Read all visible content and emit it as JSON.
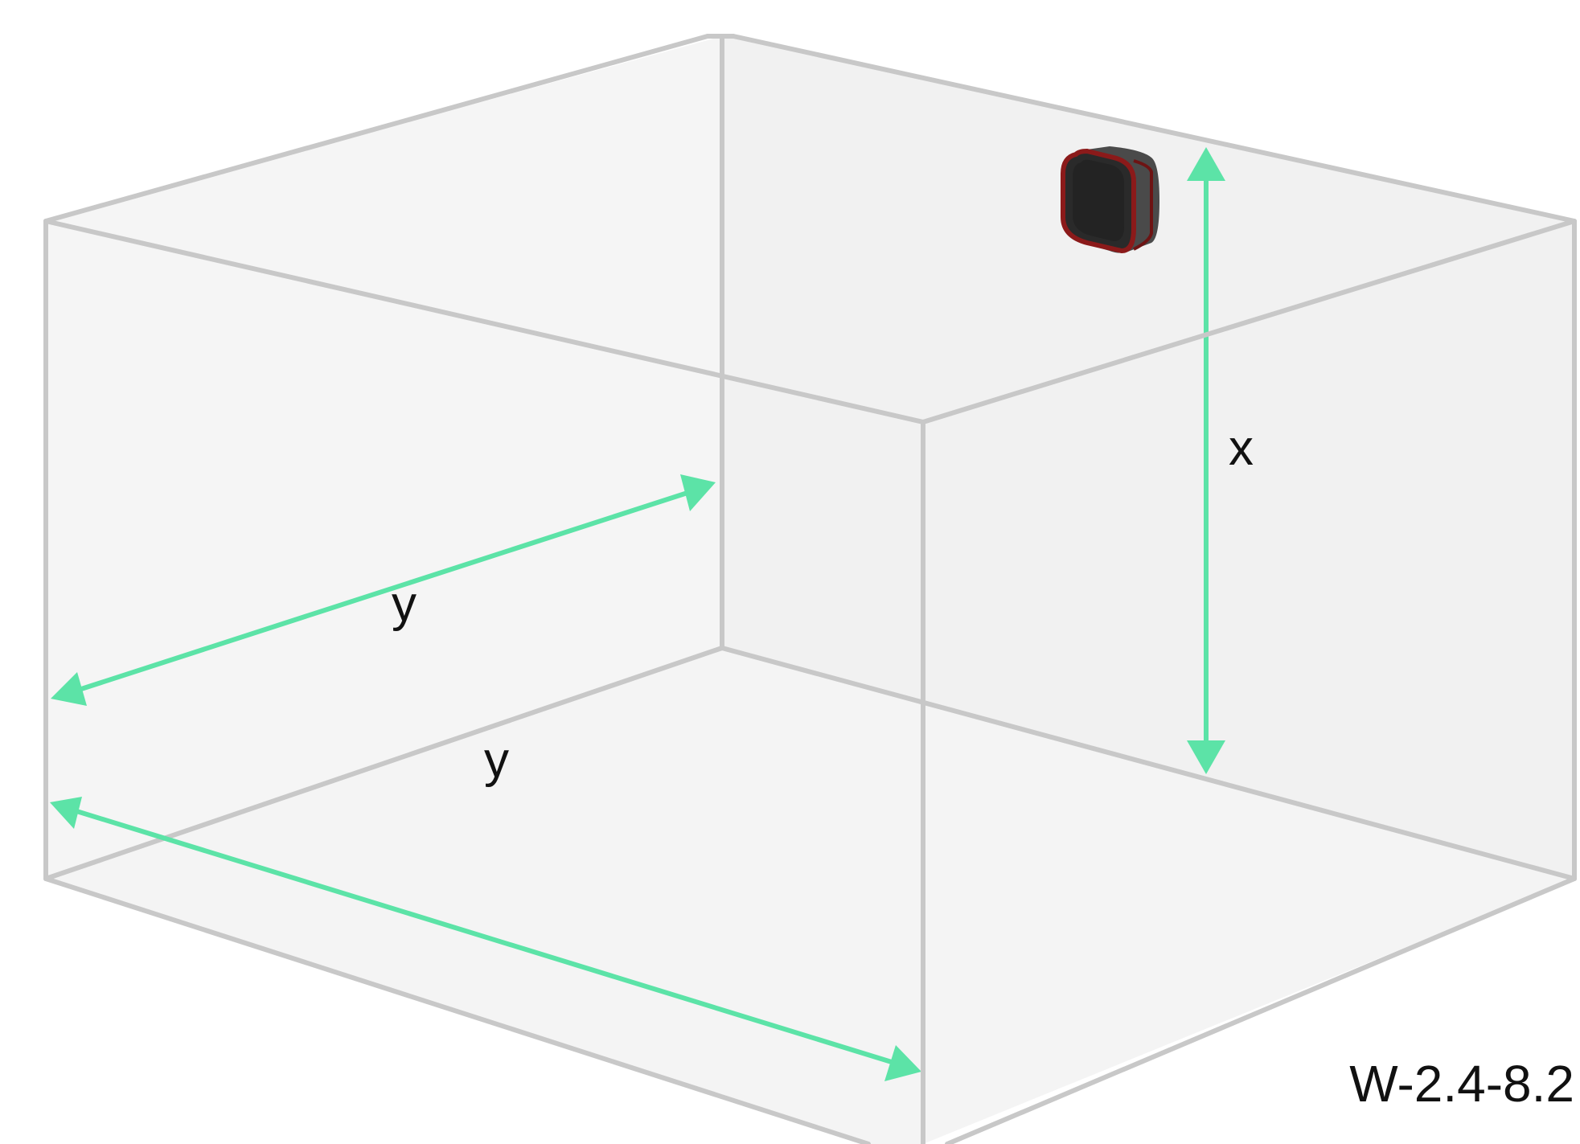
{
  "labels": {
    "height": "x",
    "depth_upper": "y",
    "depth_lower": "y",
    "code": "W-2.4-8.2"
  },
  "colors": {
    "background": "#ffffff",
    "box_fill": "#f5f5f5",
    "box_edge": "#c8c8c8",
    "arrow": "#5ce3a7",
    "device_body": "#2a2a2a",
    "device_accent": "#8b1a1a"
  },
  "icons": {
    "device": "wall-mounted-sensor-icon"
  }
}
